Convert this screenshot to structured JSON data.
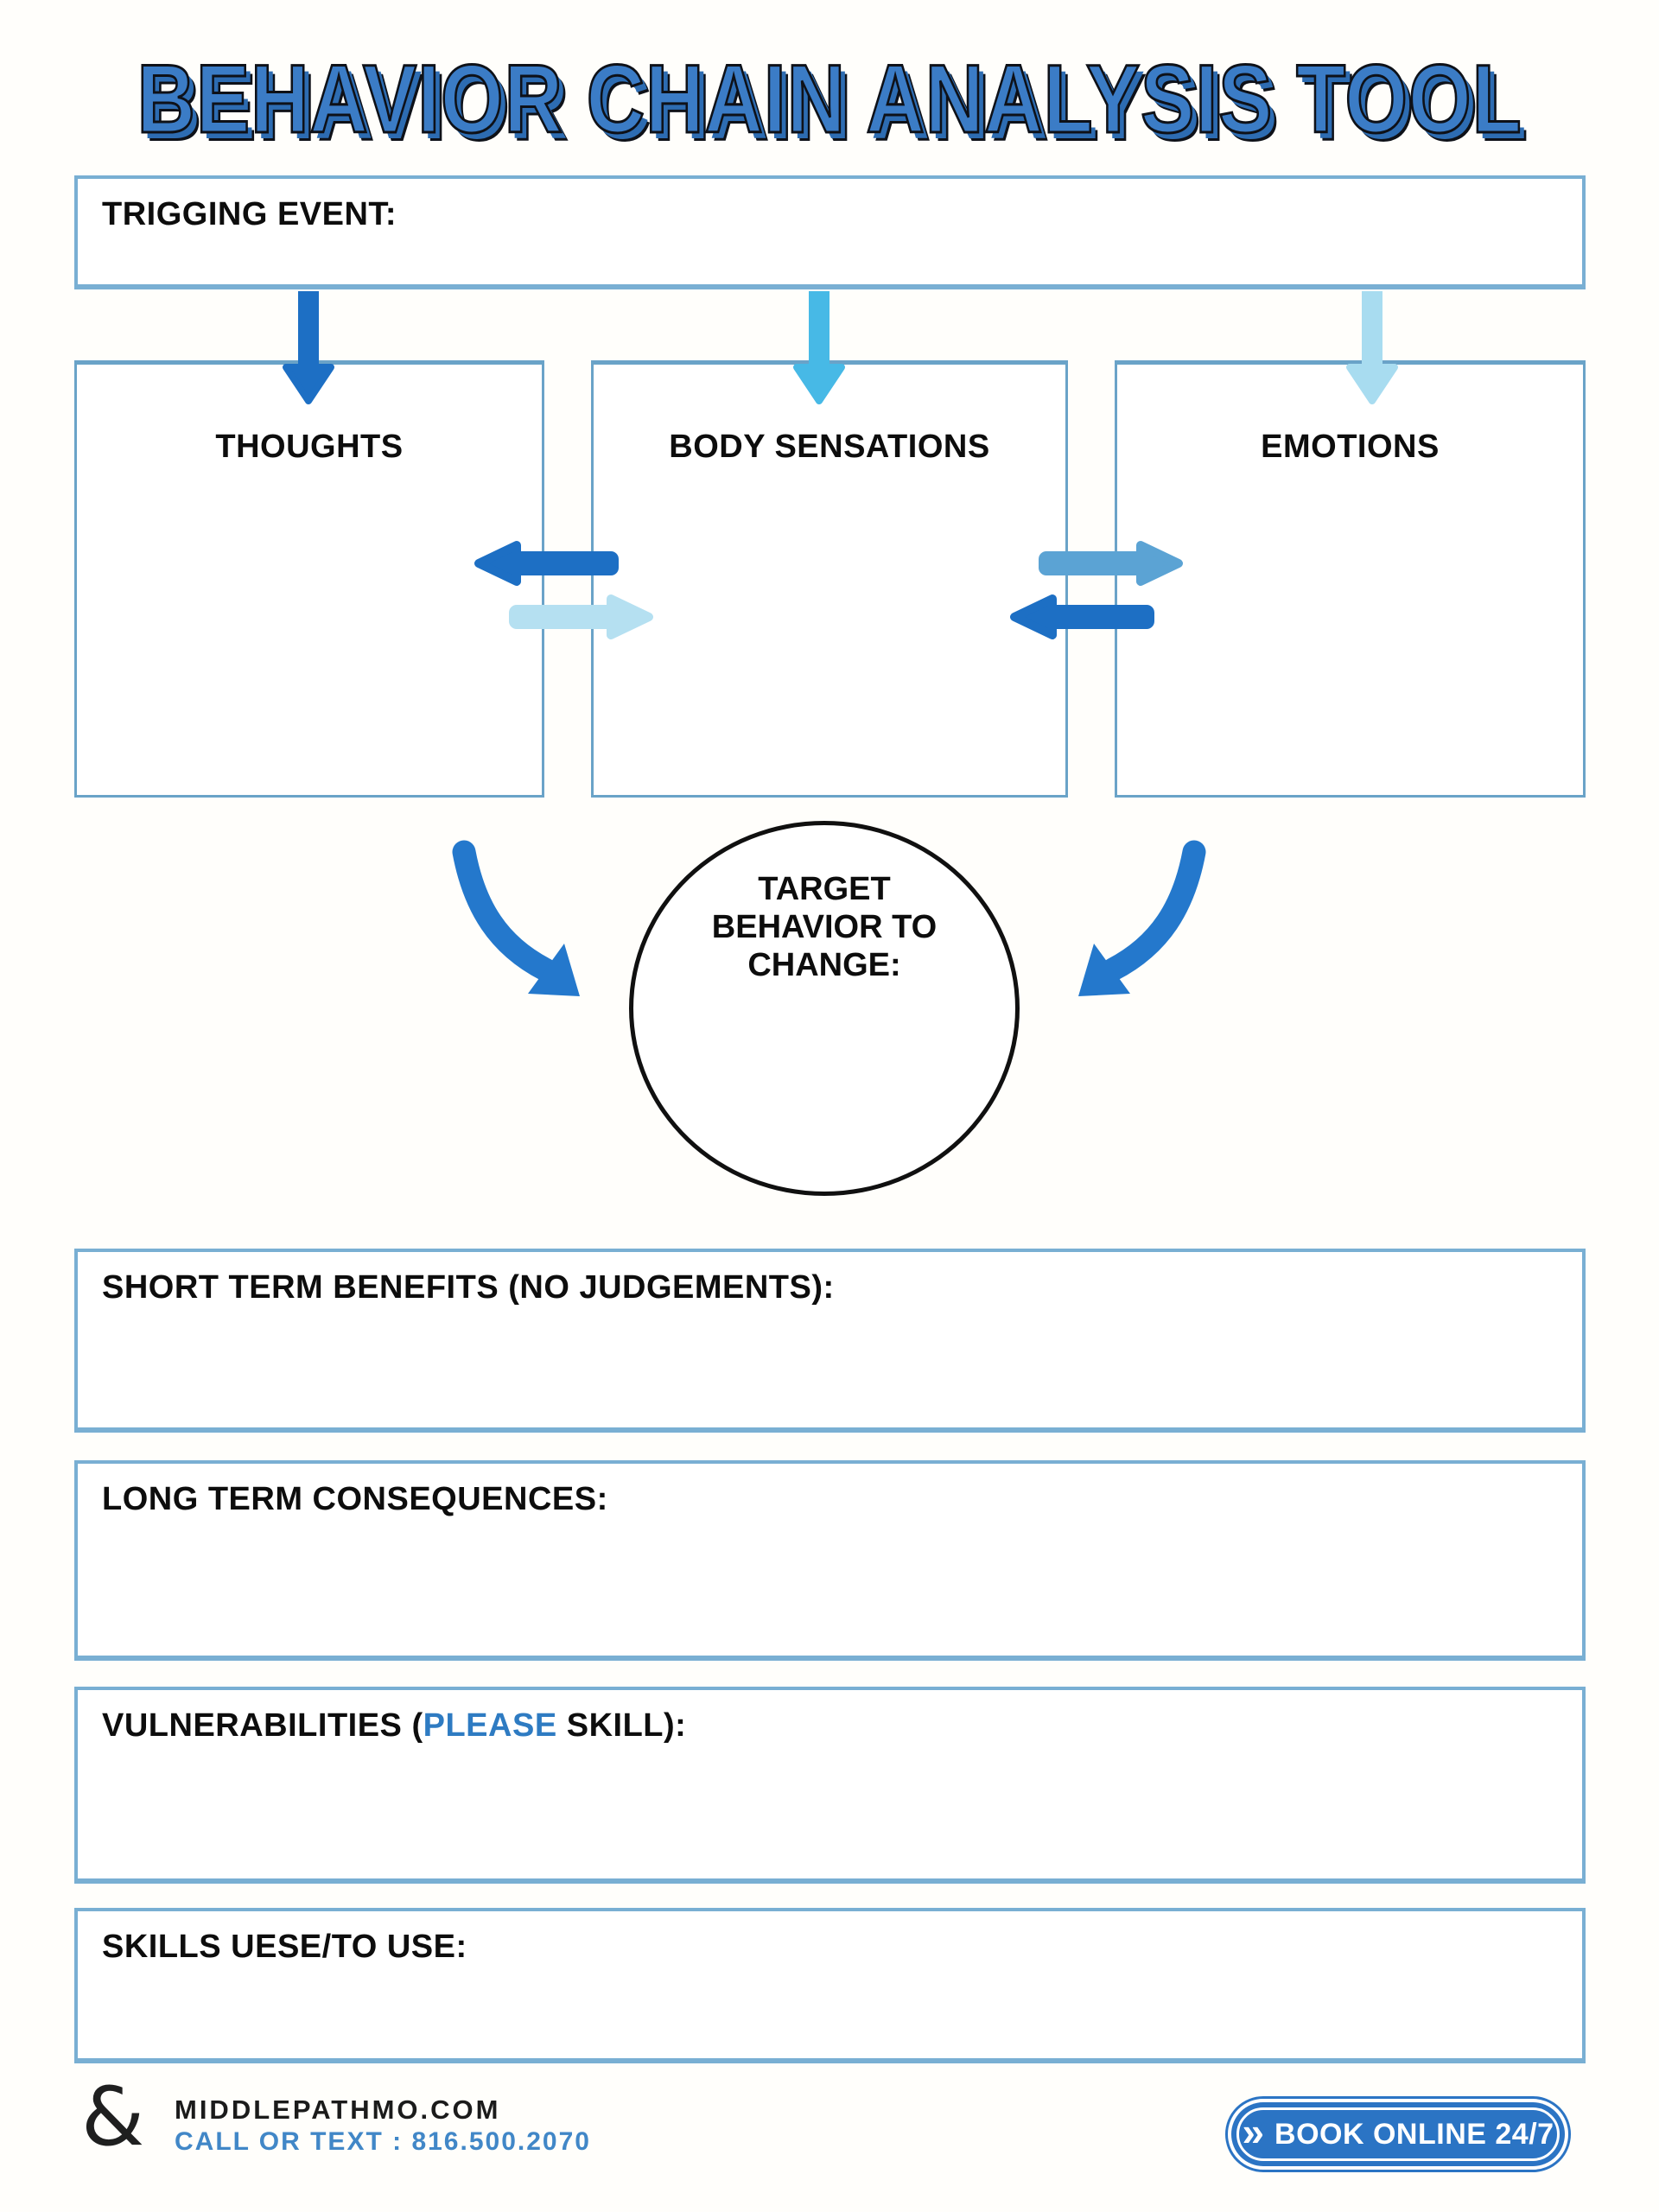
{
  "title": "BEHAVIOR CHAIN ANALYSIS TOOL",
  "trigger": {
    "label": "TRIGGING EVENT:"
  },
  "factors": [
    {
      "label": "THOUGHTS"
    },
    {
      "label": "BODY SENSATIONS"
    },
    {
      "label": "EMOTIONS"
    }
  ],
  "target": {
    "lines": [
      "TARGET",
      "BEHAVIOR TO",
      "CHANGE:"
    ]
  },
  "sections": [
    {
      "label": "SHORT TERM BENEFITS (NO JUDGEMENTS):"
    },
    {
      "label": "LONG TERM CONSEQUENCES:"
    },
    {
      "prefix": "VULNERABILITIES (",
      "highlight": "PLEASE",
      "suffix": " SKILL):"
    },
    {
      "label": "SKILLS UESE/TO USE:"
    }
  ],
  "footer": {
    "logo_glyph": "&",
    "website": "MIDDLEPATHMO.COM",
    "contact": "CALL OR TEXT : 816.500.2070",
    "cta_chevron": "»",
    "cta_label": "BOOK ONLINE 24/7"
  },
  "colors": {
    "title_blue": "#3b7cc6",
    "arrow_dark": "#1d6fc4",
    "arrow_sky": "#47b9e6",
    "arrow_light": "#a8dcf0",
    "arrow_steel": "#5ba3d4",
    "arrow_pale": "#b5e0f1",
    "curved_arrow": "#2478cc",
    "box_border": "#79afd3",
    "highlight_blue": "#2e7bc2",
    "phone_blue": "#4187c7",
    "button_blue": "#2b74c4"
  }
}
